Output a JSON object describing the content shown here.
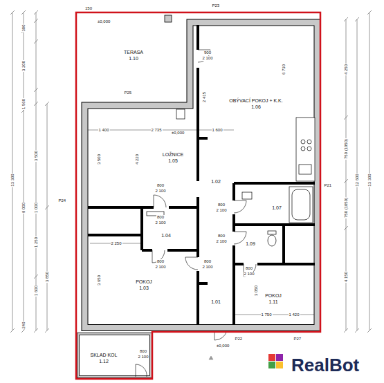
{
  "diagram": {
    "nodes": [
      {
        "text": [
          "TERASA",
          "1.10"
        ]
      },
      {
        "text": [
          "OBÝVACÍ POKOJ + K.K.",
          "1.06"
        ]
      },
      {
        "text": [
          "LOŽNICE",
          "1.05"
        ]
      },
      {
        "text": [
          "1.02"
        ]
      },
      {
        "text": [
          "1.07"
        ]
      },
      {
        "text": [
          "1.04"
        ]
      },
      {
        "text": [
          "1.09"
        ]
      },
      {
        "text": [
          "POKOJ",
          "1.03"
        ]
      },
      {
        "text": [
          "1.01"
        ]
      },
      {
        "text": [
          "POKOJ",
          "1.11"
        ]
      },
      {
        "text": [
          "SKLAD KOL",
          "1.12"
        ]
      }
    ],
    "labels": [
      "13 300",
      "300",
      "3 200",
      "1 560",
      "9 000",
      "240",
      "3 500",
      "1 000",
      "1 250",
      "1 600",
      "3 850",
      "4 250",
      "750 (1050)",
      "750 (1050)",
      "4 150",
      "12 600",
      "13 300",
      "150",
      "P23",
      "P25",
      "P24",
      "P21",
      "P22",
      "P27",
      "±0,000",
      "±0,000",
      "±0,000",
      "1 400",
      "2 735",
      "1 600",
      "3 500",
      "4 220",
      "6 730",
      "2 415",
      "2 250",
      "3 650",
      "3 050",
      "1 750",
      "1 420",
      "900",
      "2 100",
      "800",
      "2 100",
      "800",
      "2 100",
      "800",
      "2 100",
      "800",
      "2 100",
      "800",
      "2 100",
      "800",
      "2 100",
      "800",
      "2 100",
      "800",
      "2 100",
      "RealBot"
    ]
  }
}
